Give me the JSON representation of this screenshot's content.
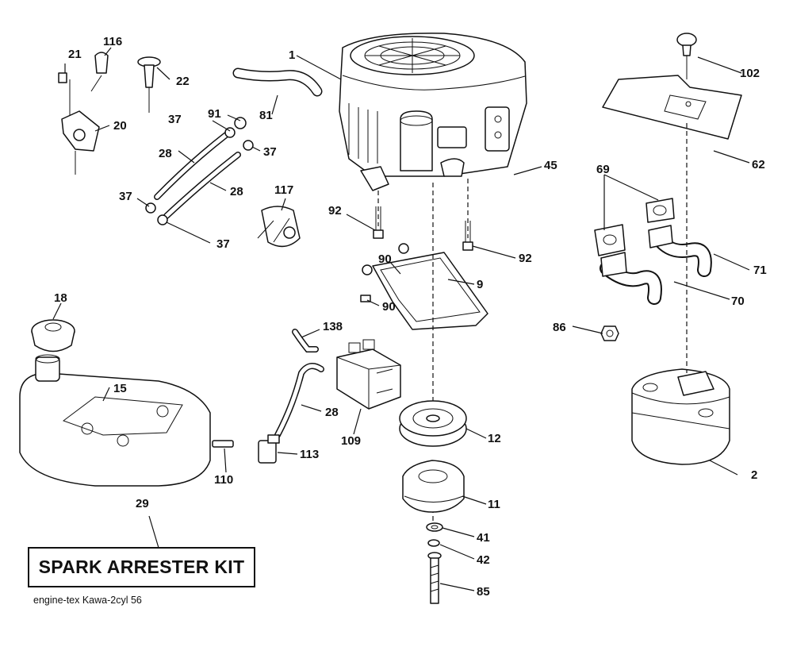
{
  "kit_title": "SPARK ARRESTER KIT",
  "footer_code": "engine-tex  Kawa-2cyl  56",
  "parts": {
    "p1": "1",
    "p2": "2",
    "p9": "9",
    "p11": "11",
    "p12": "12",
    "p15": "15",
    "p18": "18",
    "p20": "20",
    "p21": "21",
    "p22": "22",
    "p28a": "28",
    "p28b": "28",
    "p28c": "28",
    "p29": "29",
    "p37a": "37",
    "p37b": "37",
    "p37c": "37",
    "p37d": "37",
    "p41": "41",
    "p42": "42",
    "p45": "45",
    "p62": "62",
    "p69": "69",
    "p70": "70",
    "p71": "71",
    "p81": "81",
    "p85": "85",
    "p86": "86",
    "p90a": "90",
    "p90b": "90",
    "p91": "91",
    "p92a": "92",
    "p92b": "92",
    "p102": "102",
    "p109": "109",
    "p110": "110",
    "p113": "113",
    "p116": "116",
    "p117": "117",
    "p138": "138"
  }
}
